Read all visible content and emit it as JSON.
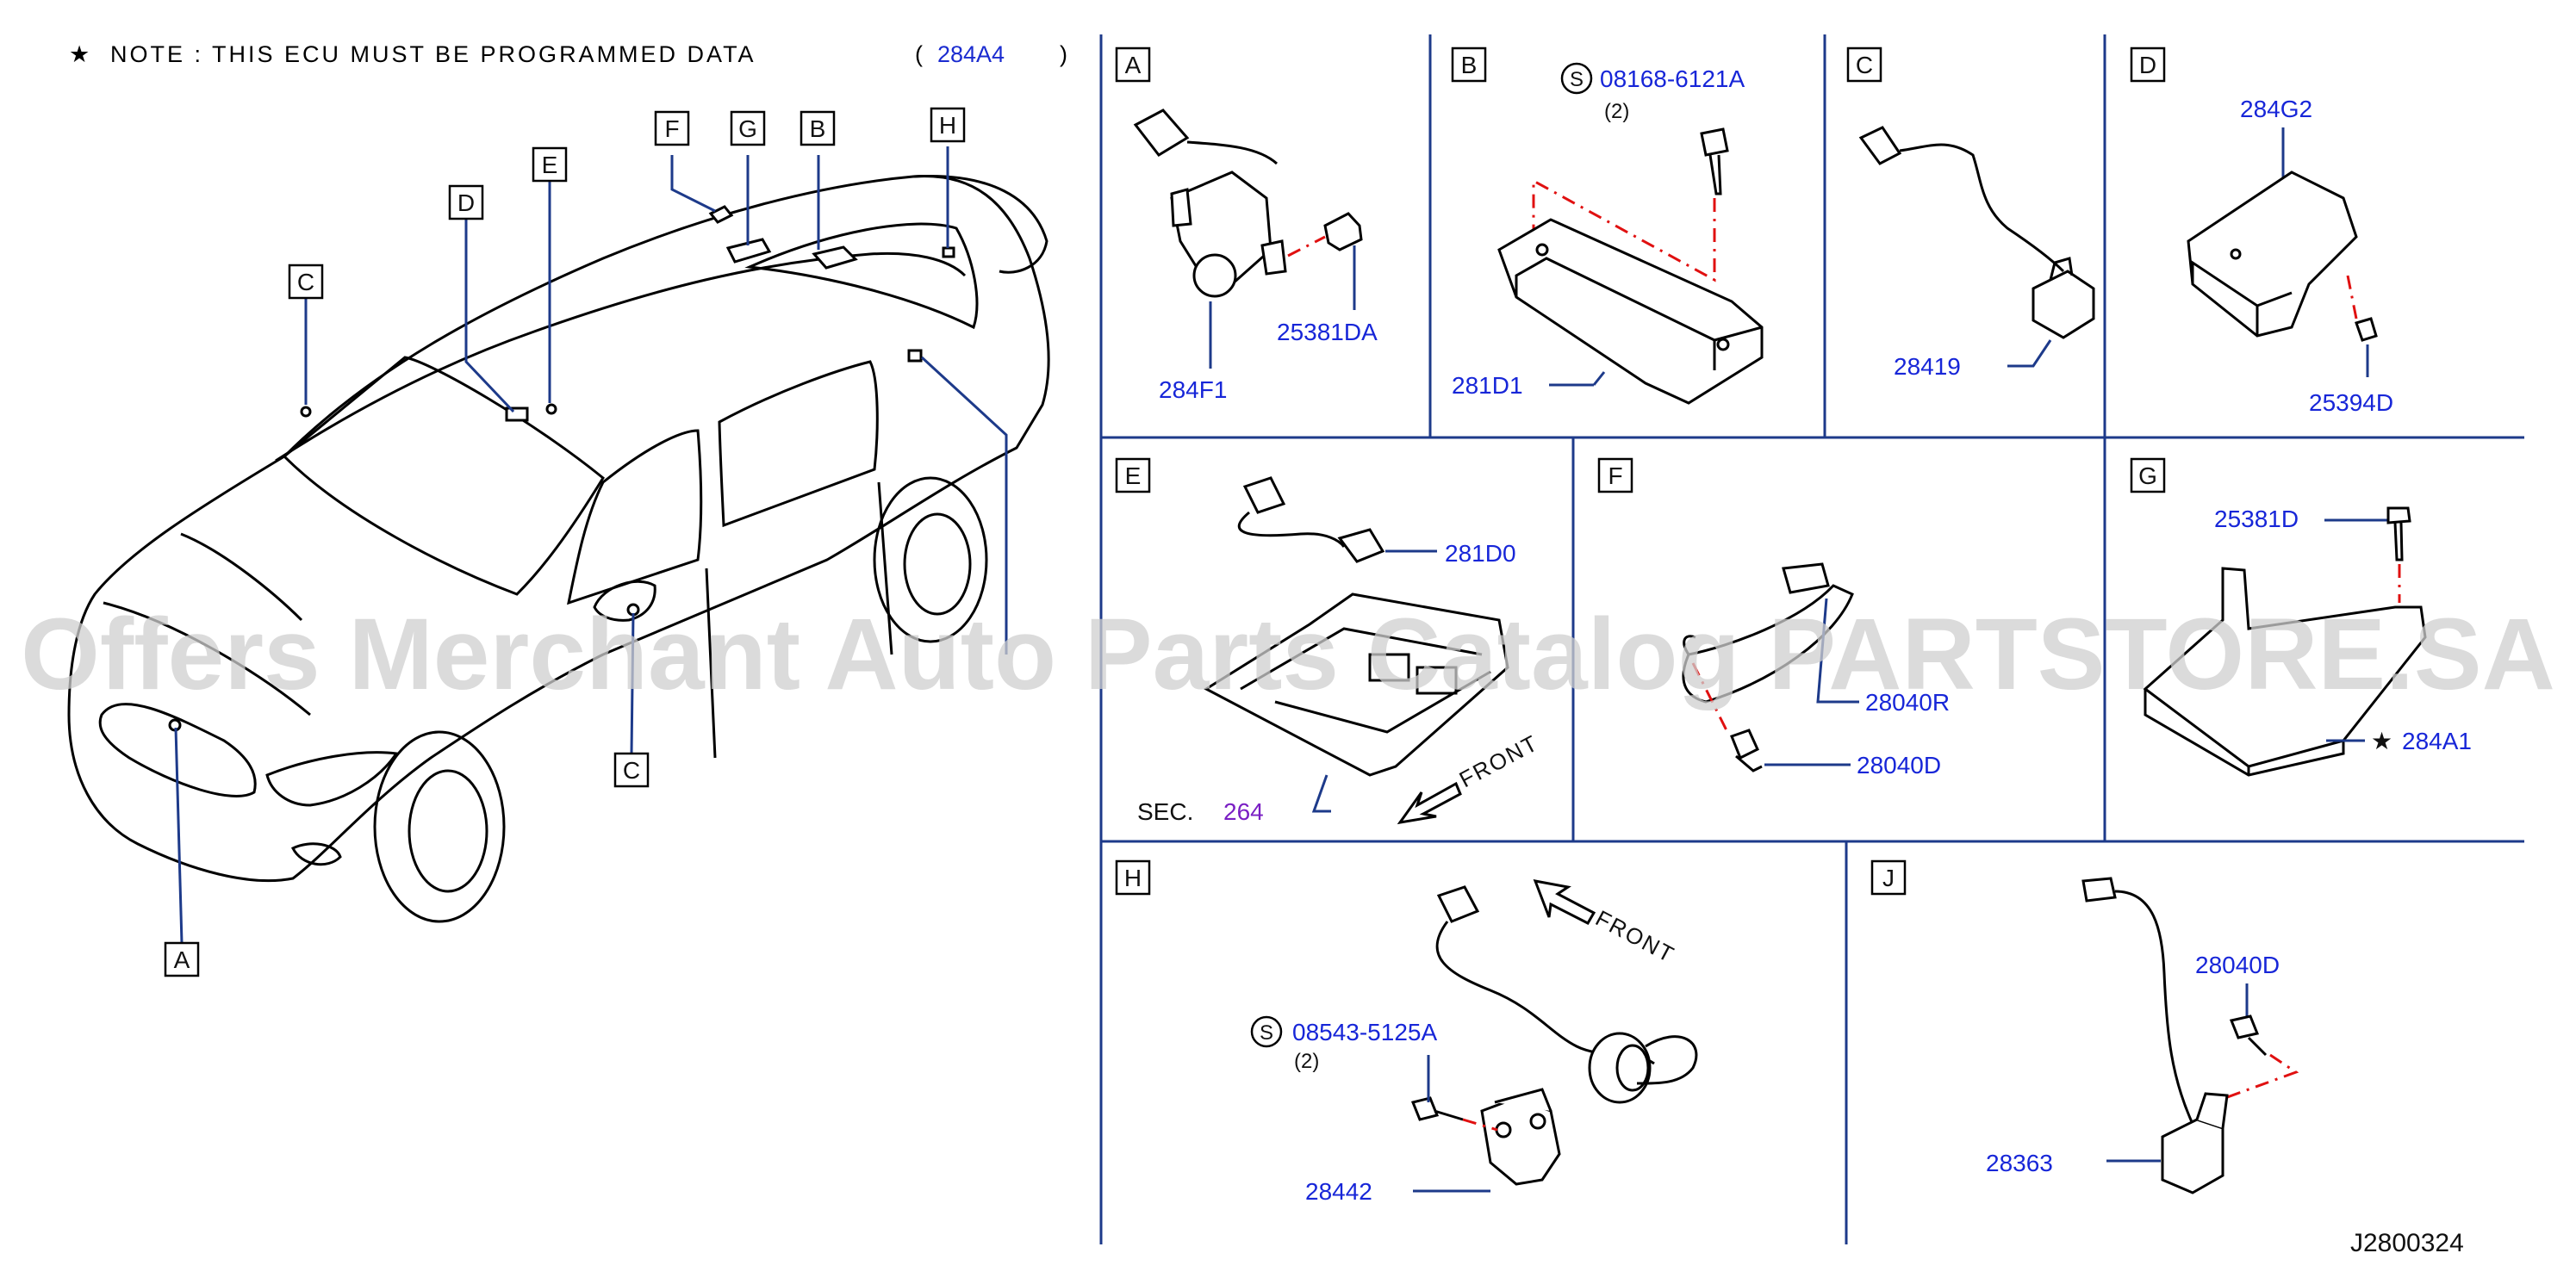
{
  "note": {
    "star": "★",
    "text": "NOTE : THIS ECU MUST BE PROGRAMMED DATA",
    "open_paren": "(",
    "part": "284A4",
    "close_paren": ")"
  },
  "car_callouts": [
    "A",
    "B",
    "C",
    "C",
    "D",
    "E",
    "F",
    "G",
    "H"
  ],
  "panels": {
    "A": {
      "label": "A",
      "parts": [
        "284F1",
        "25381DA"
      ]
    },
    "B": {
      "label": "B",
      "s_mark": "S",
      "bolt": "08168-6121A",
      "qty": "(2)",
      "parts": [
        "281D1"
      ]
    },
    "C": {
      "label": "C",
      "parts": [
        "28419"
      ]
    },
    "D": {
      "label": "D",
      "parts": [
        "284G2",
        "25394D"
      ]
    },
    "E": {
      "label": "E",
      "parts": [
        "281D0"
      ],
      "sec_label": "SEC.",
      "sec_num": "264",
      "front": "FRONT"
    },
    "F": {
      "label": "F",
      "parts": [
        "28040R",
        "28040D"
      ]
    },
    "G": {
      "label": "G",
      "parts": [
        "25381D"
      ],
      "star": "★",
      "star_part": "284A1"
    },
    "H": {
      "label": "H",
      "s_mark": "S",
      "bolt": "08543-5125A",
      "qty": "(2)",
      "parts": [
        "28442"
      ],
      "front": "FRONT"
    },
    "J": {
      "label": "J",
      "parts": [
        "28040D",
        "28363"
      ]
    }
  },
  "watermark": "Offers Merchant Auto Parts Catalog PARTSTORE.SA",
  "ref_code": "J2800324"
}
